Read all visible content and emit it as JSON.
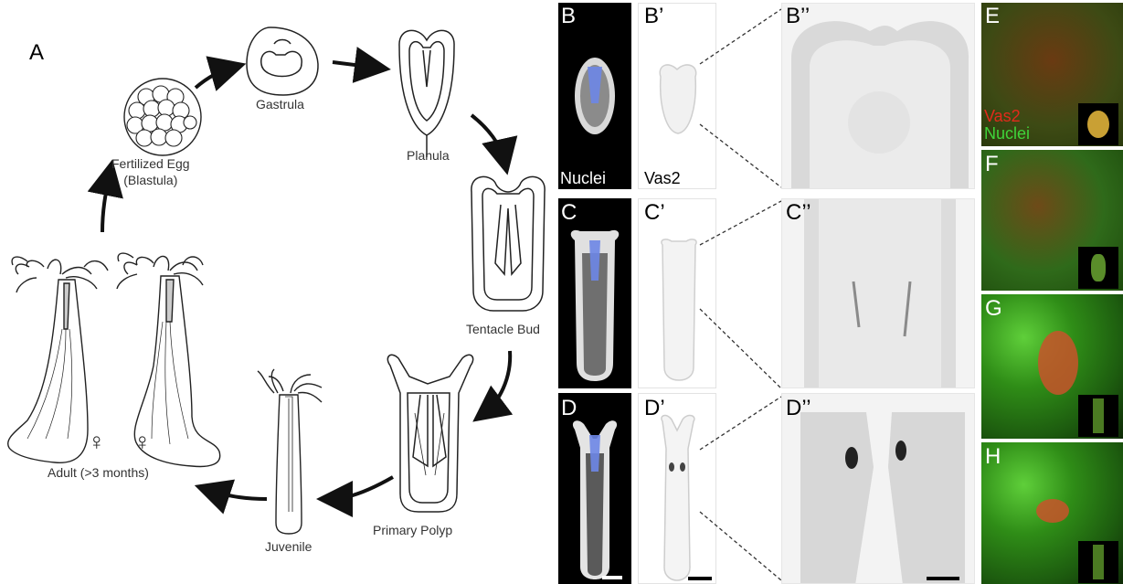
{
  "panel_a": {
    "letter": "A",
    "stages": {
      "fertilized_egg": "Fertilized Egg\n(Blastula)",
      "gastrula": "Gastrula",
      "planula": "Planula",
      "tentacle_bud": "Tentacle Bud",
      "primary_polyp": "Primary Polyp",
      "juvenile": "Juvenile",
      "adult": "Adult (>3 months)"
    },
    "sex_symbols": {
      "female": "♀",
      "male": "♀"
    }
  },
  "panels": {
    "B": "B",
    "B1": "B’",
    "B2": "B’’",
    "C": "C",
    "C1": "C’",
    "C2": "C’’",
    "D": "D",
    "D1": "D’",
    "D2": "D’’",
    "E": "E",
    "F": "F",
    "G": "G",
    "H": "H"
  },
  "stain_labels": {
    "nuclei": "Nuclei",
    "vas2": "Vas2"
  },
  "legend": {
    "vas2": "Vas2",
    "nuclei": "Nuclei"
  },
  "colors": {
    "vas2": "#e22a1b",
    "nuclei": "#3fd43a",
    "pharynx_highlight": "#6d86e6"
  }
}
